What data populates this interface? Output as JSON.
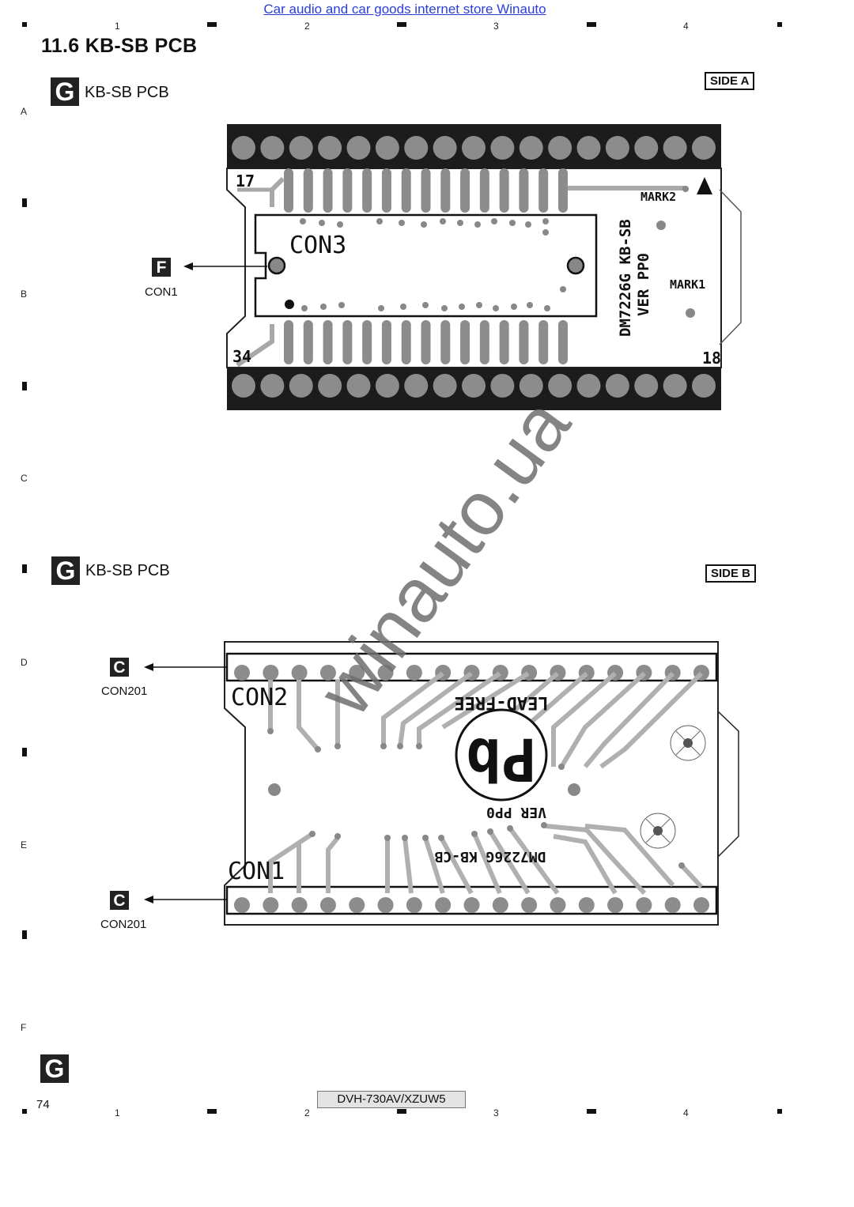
{
  "header": {
    "store_link": "Car audio and car goods internet store Winauto",
    "column_numbers": [
      "1",
      "2",
      "3",
      "4"
    ],
    "row_letters": [
      "A",
      "B",
      "C",
      "D",
      "E",
      "F"
    ]
  },
  "section": {
    "title": "11.6  KB-SB PCB"
  },
  "side_a": {
    "badge": "G",
    "title": "KB-SB PCB",
    "side_label": "SIDE A",
    "pin_top_left": "17",
    "pin_bottom_left": "34",
    "pin_bottom_right": "18",
    "connector_label": "CON3",
    "mark2": "MARK2",
    "mark1": "MARK1",
    "board_id_line1": "DM7226G KB-SB",
    "board_id_line2": "VER PP0",
    "callout_badge": "F",
    "callout_label": "CON1"
  },
  "side_b": {
    "badge": "G",
    "title": "KB-SB PCB",
    "side_label": "SIDE B",
    "con2_label": "CON2",
    "con1_label": "CON1",
    "lead_free": "LEAD-FREE",
    "ver_text": "VER PP0",
    "board_id": "DM7226G KB-CB",
    "pb_logo": "Pb",
    "callout_top_badge": "C",
    "callout_top_label": "CON201",
    "callout_bottom_badge": "C",
    "callout_bottom_label": "CON201"
  },
  "watermark": "winauto.ua",
  "footer": {
    "badge": "G",
    "page_number": "74",
    "model": "DVH-730AV/XZUW5"
  }
}
